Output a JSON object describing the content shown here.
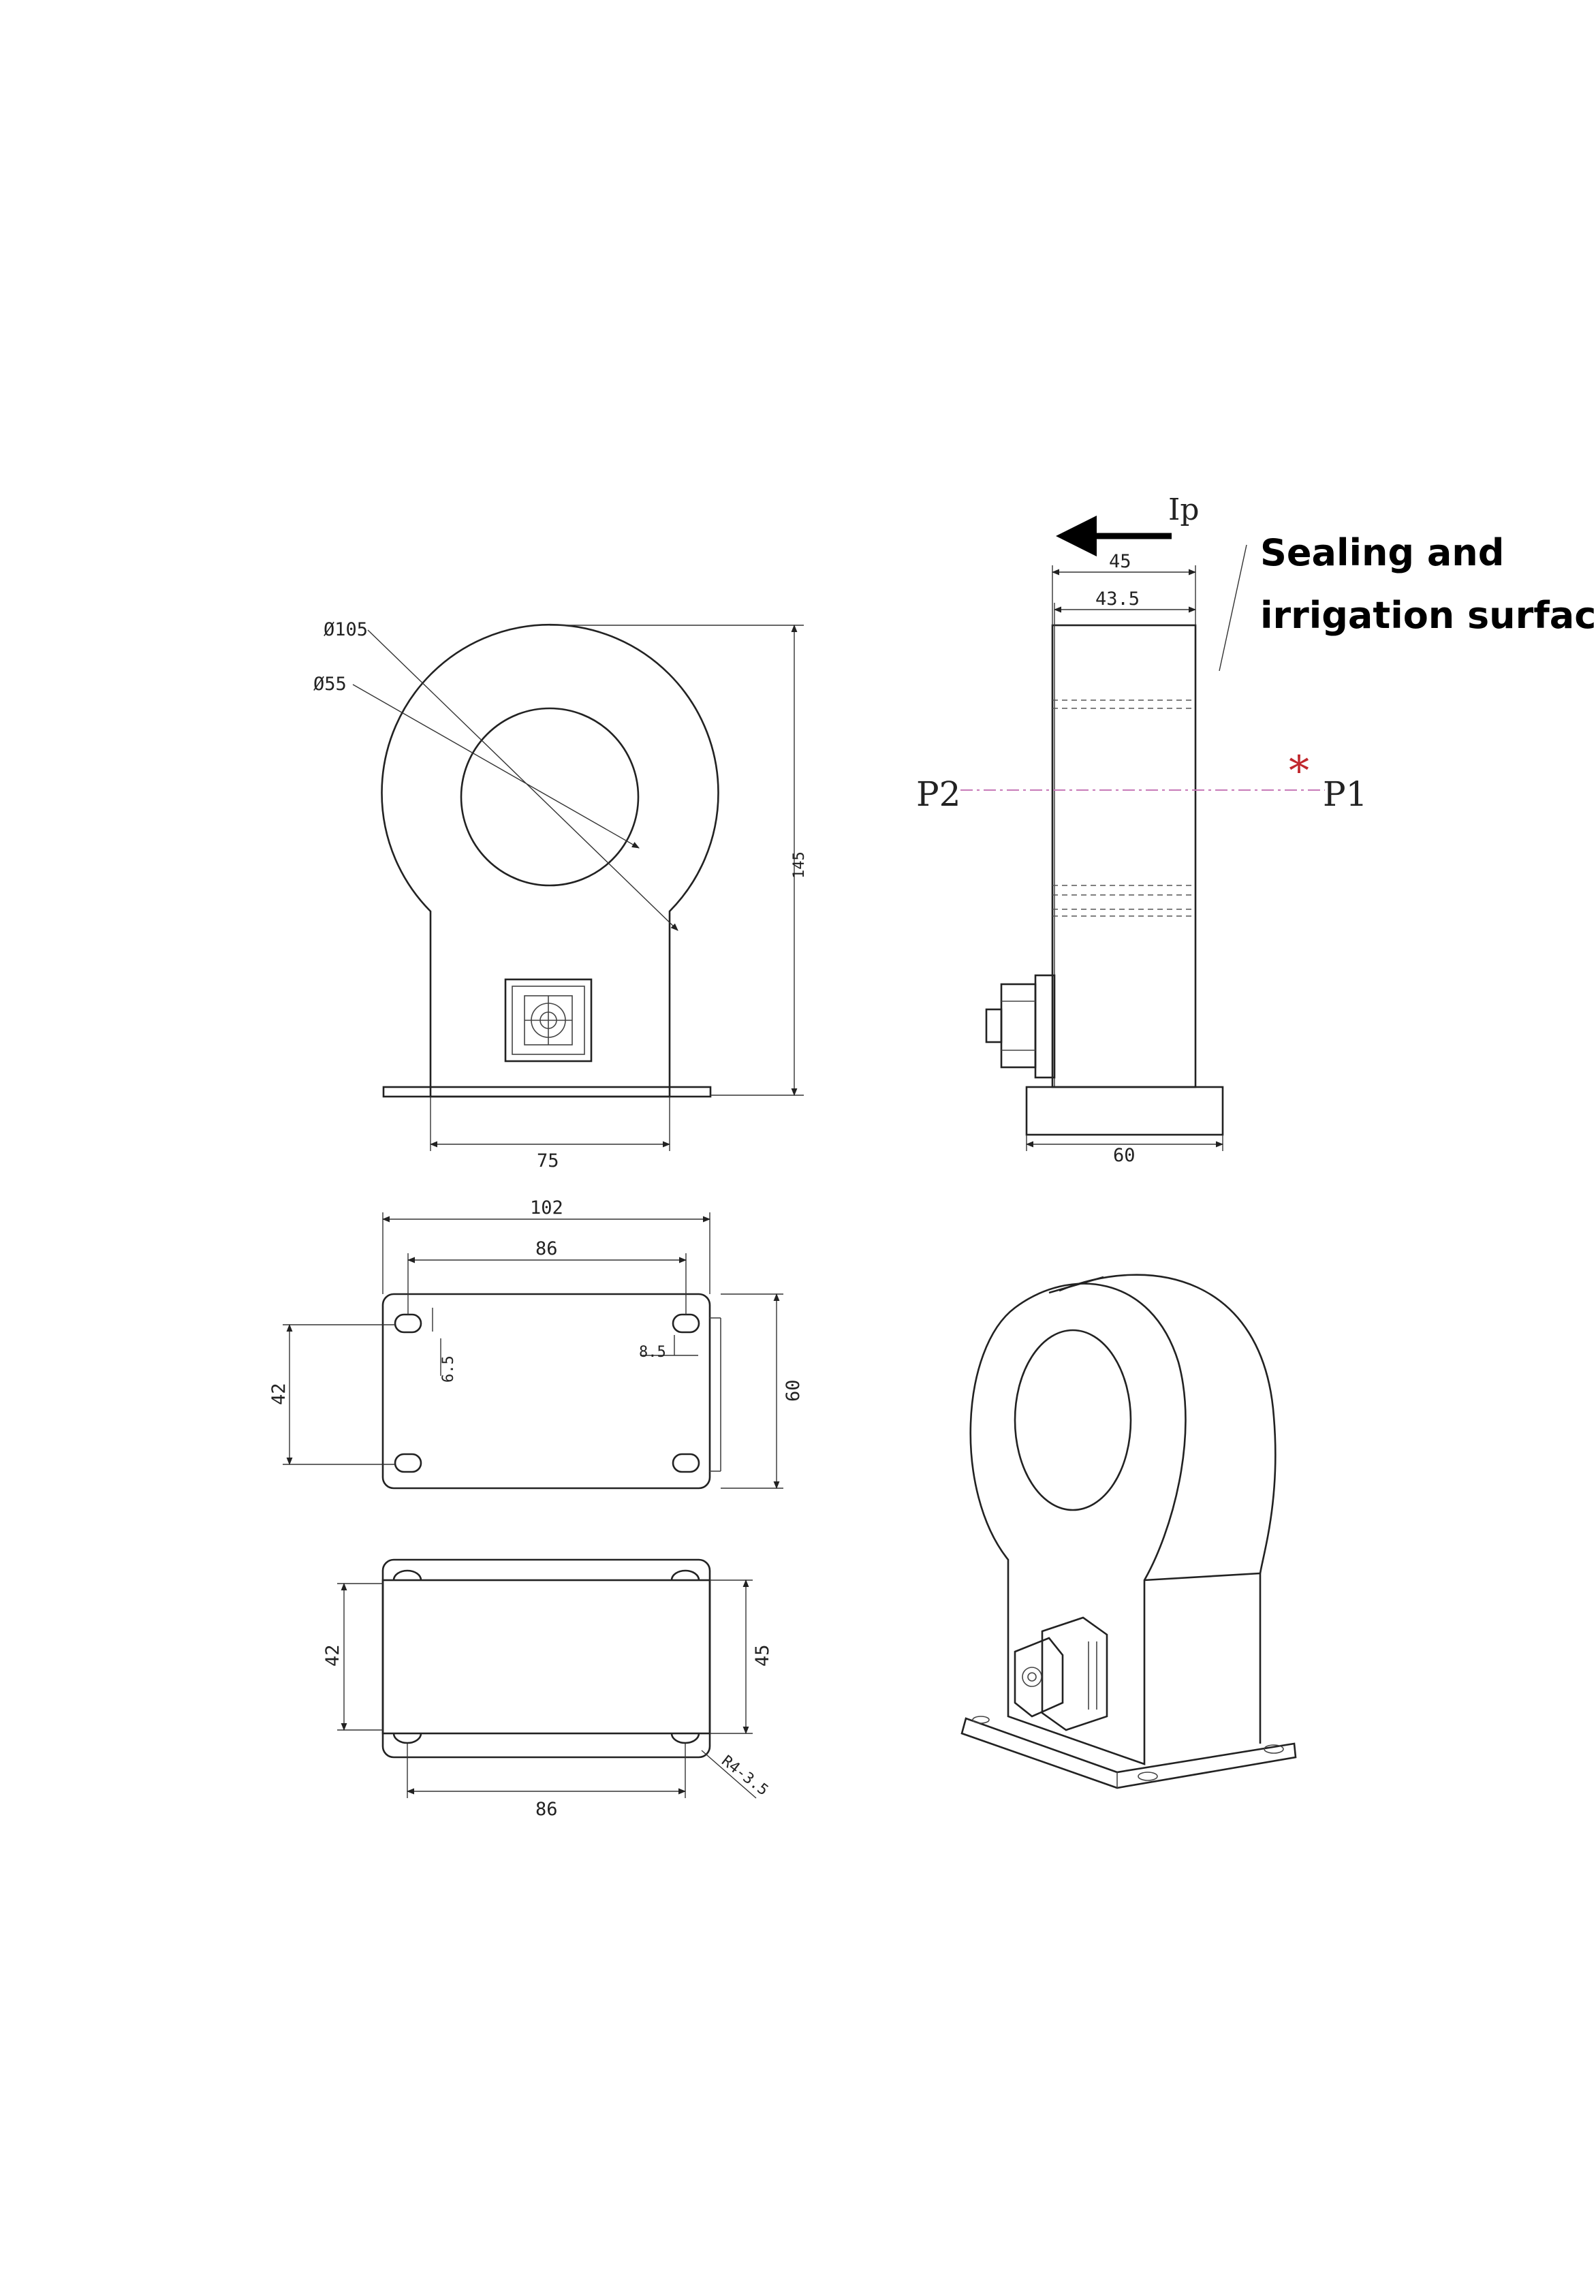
{
  "colors": {
    "line": "#222222",
    "accent_red": "#c0272d",
    "center_line": "#c77ab8"
  },
  "front_view": {
    "outer_diameter": "Ø105",
    "inner_diameter": "Ø55",
    "height": "145",
    "base_width": "75"
  },
  "side_view": {
    "width_top": "45",
    "width_inner": "43.5",
    "base_depth": "60",
    "current_label": "Ip",
    "port_p2": "P2",
    "port_p1": "P1",
    "polarity_mark": "*",
    "note_line1": "Sealing and",
    "note_line2": "irrigation surface"
  },
  "bottom_view": {
    "overall_width": "102",
    "hole_spacing_x": "86",
    "hole_spacing_y": "42",
    "depth": "60",
    "slot_a": "6.5",
    "slot_b": "8.5"
  },
  "top_view": {
    "height_left": "42",
    "height_right": "45",
    "hole_spacing_x": "86",
    "corner_radius": "R4-3.5"
  },
  "iso_view": {
    "icons": [
      "connector-icon"
    ]
  }
}
